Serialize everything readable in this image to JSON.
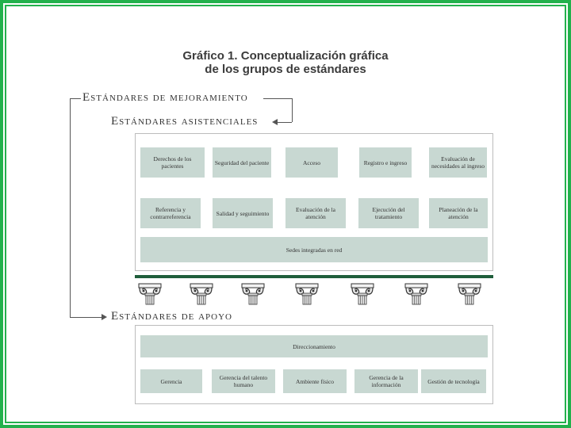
{
  "title": {
    "line1": "Gráfico 1. Conceptualización gráfica",
    "line2": "de los grupos de estándares"
  },
  "headings": {
    "mejoramiento": "Estándares de mejoramiento",
    "asistenciales": "Estándares asistenciales",
    "apoyo": "Estándares de apoyo"
  },
  "asistenciales": {
    "row1": [
      "Derechos de los pacientes",
      "Seguridad del paciente",
      "Acceso",
      "Registro e ingreso",
      "Evaluación de necesidades al ingreso"
    ],
    "row2": [
      "Referencia y contrarreferencia",
      "Salidad y seguimiento",
      "Evaluación de la atención",
      "Ejecución del tratamiento",
      "Planeación de la atención"
    ],
    "full": "Sedes integradas en red"
  },
  "apoyo": {
    "full": "Direccionamiento",
    "row": [
      "Gerencia",
      "Gerencia del talento humano",
      "Ambiente físico",
      "Gerencia de la información",
      "Gestión de tecnología"
    ]
  },
  "pillars": [
    "column-icon",
    "column-icon",
    "column-icon",
    "column-icon",
    "column-icon",
    "column-icon",
    "column-icon"
  ],
  "colors": {
    "frame": "#22b14c",
    "box": "#c8d8d2",
    "bar": "#1f5e3b"
  }
}
